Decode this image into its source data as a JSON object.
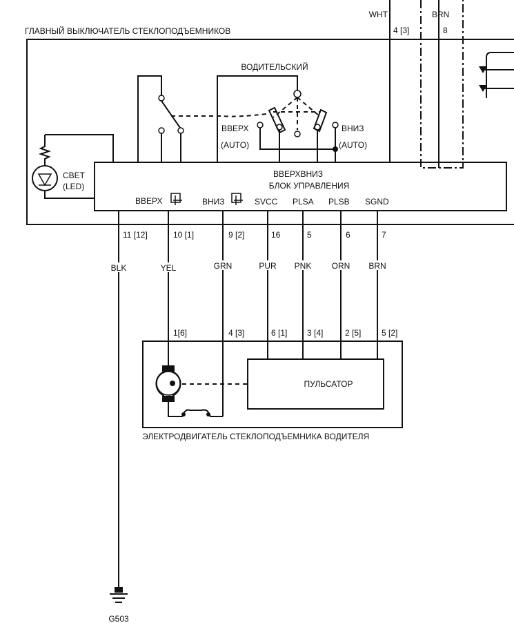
{
  "main_switch": {
    "title": "ГЛАВНЫЙ ВЫКЛЮЧАТЕЛЬ СТЕКЛОПОДЪЕМНИКОВ",
    "driver_label": "ВОДИТЕЛЬСКИЙ",
    "up_label": "ВВЕРХ",
    "up_auto": "(AUTO)",
    "down_label": "ВНИЗ",
    "down_auto": "(AUTO)",
    "light_label": "СВЕТ",
    "light_sub": "(LED)"
  },
  "control_unit": {
    "line1": "ВВЕРХВНИЗ",
    "line2": "БЛОК УПРАВЛЕНИЯ",
    "pins": [
      "ВВЕРХ",
      "ВНИЗ",
      "SVCC",
      "PLSA",
      "PLSB",
      "SGND"
    ]
  },
  "top_wires": [
    {
      "color": "WHT",
      "pin": "4 [3]"
    },
    {
      "color": "BRN",
      "pin": "8"
    }
  ],
  "wires": [
    {
      "pin": "11 [12]",
      "color": "BLK"
    },
    {
      "pin": "10 [1]",
      "color": "YEL",
      "motor_pin": "1[6]"
    },
    {
      "pin": "9 [2]",
      "color": "GRN",
      "motor_pin": "4 [3]"
    },
    {
      "pin": "16",
      "color": "PUR",
      "motor_pin": "6 [1]"
    },
    {
      "pin": "5",
      "color": "PNK",
      "motor_pin": "3 [4]"
    },
    {
      "pin": "6",
      "color": "ORN",
      "motor_pin": "2 [5]"
    },
    {
      "pin": "7",
      "color": "BRN",
      "motor_pin": "5 [2]"
    }
  ],
  "motor": {
    "pulser_label": "ПУЛЬСАТОР",
    "title": "ЭЛЕКТРОДВИГАТЕЛЬ СТЕКЛОПОДЪЕМНИКА ВОДИТЕЛЯ"
  },
  "ground": {
    "label": "G503"
  }
}
